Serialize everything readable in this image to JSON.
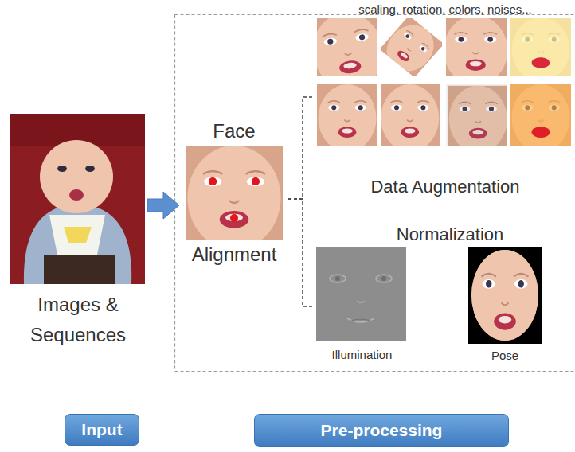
{
  "diagram": {
    "nodes": [
      {
        "text": [
          "Images & Sequences"
        ]
      },
      {
        "text": [
          "Face",
          "Alignment"
        ]
      },
      {
        "text": [
          "scaling, rotation, colors, noises...",
          "Data Augmentation"
        ]
      },
      {
        "text": [
          "Illumination"
        ]
      },
      {
        "text": [
          "Pose"
        ]
      },
      {
        "text": [
          "Input"
        ]
      },
      {
        "text": [
          "Pre-processing"
        ]
      }
    ],
    "edges": [
      {
        "from": 0,
        "to": 1,
        "arrow": "to"
      },
      {
        "from": 1,
        "to": 2,
        "arrow": "none"
      },
      {
        "from": 1,
        "to": 3,
        "arrow": "none"
      }
    ],
    "labels": [
      "Normalization"
    ]
  }
}
